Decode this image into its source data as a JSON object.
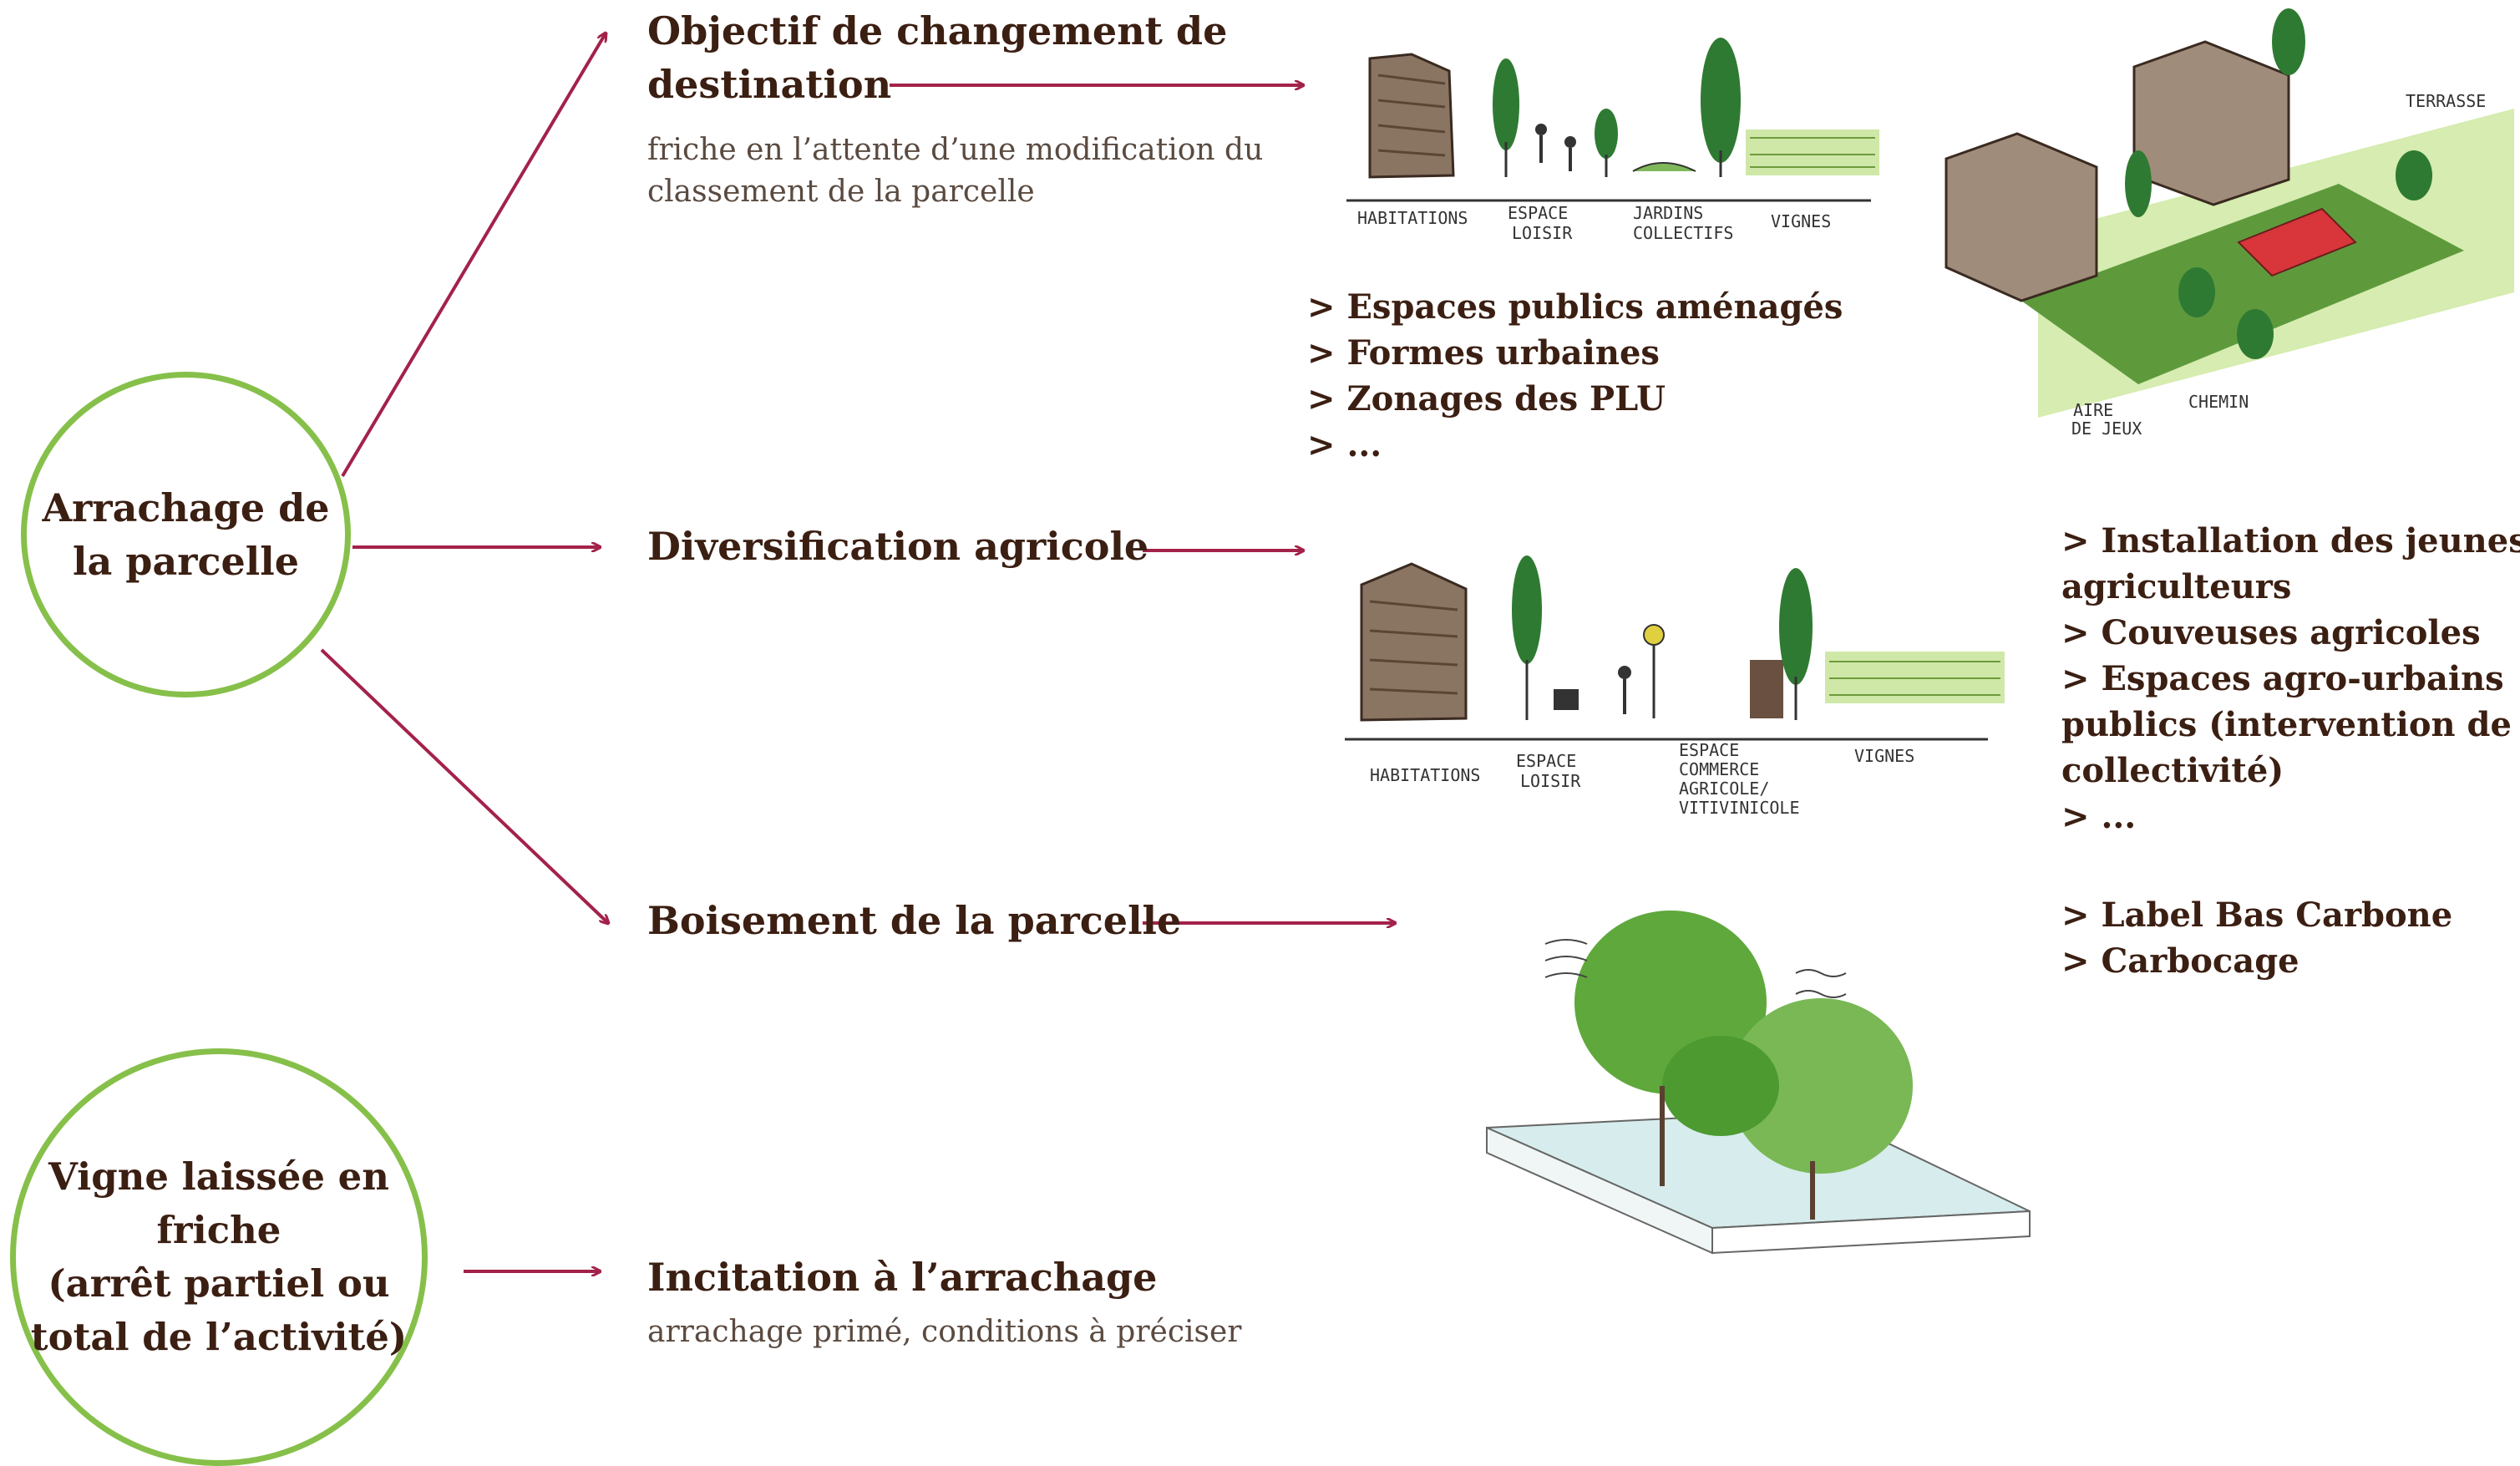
{
  "colors": {
    "arrow": "#a3224a",
    "circle": "#86c04a",
    "text": "#3b1f12",
    "sub": "#5a4a40"
  },
  "nodes": {
    "arrachage": "Arrachage de\nla parcelle",
    "vigne": "Vigne laissée en\nfriche\n(arrêt partiel ou\ntotal de l’activité)"
  },
  "branches": {
    "objectif": {
      "title_line1": "Objectif de changement de",
      "title_line2": "destination",
      "subtitle": "friche en l’attente d’une modification du\nclassement de la parcelle",
      "bullets": [
        "> Espaces publics aménagés",
        "> Formes urbaines",
        "> Zonages des PLU",
        "> ..."
      ]
    },
    "diversification": {
      "title": "Diversification agricole",
      "bullets": [
        "> Installation des jeunes",
        "agriculteurs",
        "> Couveuses agricoles",
        "> Espaces agro-urbains",
        "publics (intervention de la",
        "collectivité)",
        "> ..."
      ]
    },
    "boisement": {
      "title": "Boisement de la parcelle",
      "bullets": [
        "> Label Bas Carbone",
        "> Carbocage"
      ]
    },
    "incitation": {
      "title": "Incitation à l’arrachage",
      "subtitle": "arrachage primé, conditions à préciser"
    }
  },
  "sketches": {
    "section1": {
      "labels": [
        "HABITATIONS",
        "ESPACE",
        "LOISIR",
        "JARDINS",
        "COLLECTIFS",
        "VIGNES"
      ],
      "icon": "street-section-sketch"
    },
    "section2": {
      "labels": [
        "HABITATIONS",
        "ESPACE",
        "LOISIR",
        "ESPACE",
        "COMMERCE",
        "AGRICOLE/",
        "VITIVINICOLE",
        "VIGNES"
      ],
      "icon": "street-section-sketch"
    },
    "axo": {
      "labels": [
        "TERRASSE",
        "AIRE",
        "DE JEUX",
        "CHEMIN"
      ],
      "icon": "axonometric-sketch"
    },
    "forest": {
      "icon": "forest-block-sketch"
    }
  }
}
